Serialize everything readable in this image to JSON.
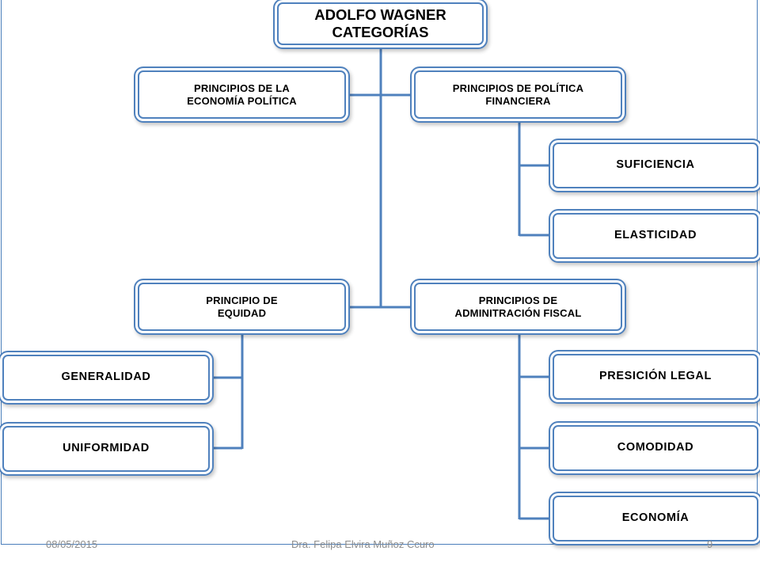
{
  "diagram": {
    "root": {
      "label": "ADOLFO WAGNER\nCATEGORÍAS"
    },
    "economia_politica": {
      "label": "PRINCIPIOS DE LA\nECONOMÍA POLÍTICA"
    },
    "politica_financiera": {
      "label": "PRINCIPIOS DE POLÍTICA\nFINANCIERA",
      "children": [
        "SUFICIENCIA",
        "ELASTICIDAD"
      ]
    },
    "equidad": {
      "label": "PRINCIPIO DE\nEQUIDAD",
      "children": [
        "GENERALIDAD",
        "UNIFORMIDAD"
      ]
    },
    "administracion_fiscal": {
      "label": "PRINCIPIOS DE\nADMINITRACIÓN FISCAL",
      "children": [
        "PRESICIÓN  LEGAL",
        "COMODIDAD",
        "ECONOMÍA"
      ]
    },
    "colors": {
      "box_border": "#4f81bd",
      "connector": "#4f81bd",
      "frame": "#4a7ebb"
    }
  },
  "footer": {
    "date": "08/05/2015",
    "author": "Dra. Felipa  Elvira Muñoz Ccuro",
    "page": "9"
  }
}
